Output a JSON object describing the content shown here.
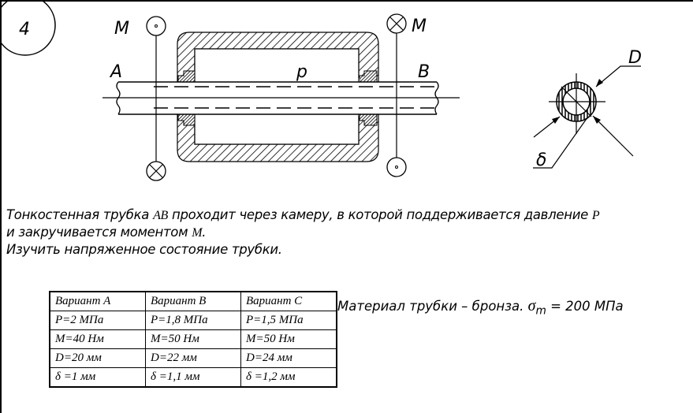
{
  "problem_number": "4",
  "diagram": {
    "label_a": "A",
    "label_b": "B",
    "label_p": "p",
    "label_m_left": "M",
    "label_m_right": "M",
    "label_d": "D",
    "label_delta": "δ"
  },
  "task": {
    "line1_pre": "Тонкостенная трубка",
    "line1_sym": "AB",
    "line1_post": "проходит через камеру, в которой поддерживается давление",
    "line1_sym2": "P",
    "line2_pre": "и закручивается моментом",
    "line2_sym": "M",
    "line2_post": ".",
    "line3": "Изучить напряженное состояние трубки."
  },
  "material": {
    "text": "Материал трубки – бронза.",
    "sigma": "σ",
    "sub": "m",
    "value": "= 200 МПа"
  },
  "variants": {
    "headers": [
      "Вариант A",
      "Вариант B",
      "Вариант C"
    ],
    "rows": [
      [
        "P=2  МПа",
        "P=1,8  МПа",
        "P=1,5  МПа"
      ],
      [
        "M=40  Нм",
        "M=50  Нм",
        "M=50  Нм"
      ],
      [
        "D=20  мм",
        "D=22  мм",
        "D=24  мм"
      ],
      [
        "δ =1 мм",
        "δ =1,1 мм",
        "δ =1,2 мм"
      ]
    ]
  }
}
